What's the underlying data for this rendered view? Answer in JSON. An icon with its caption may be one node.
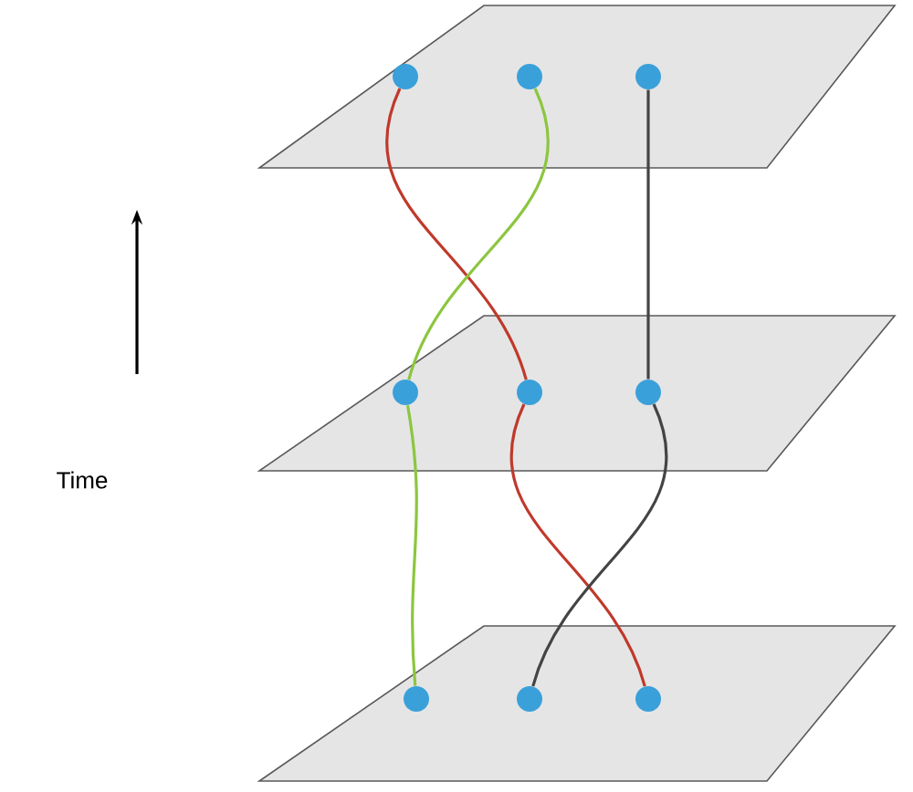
{
  "diagram": {
    "nodes": [
      {
        "text": [],
        "shape": "box"
      },
      {
        "text": [],
        "shape": "circle",
        "in": 0
      },
      {
        "text": [],
        "shape": "circle",
        "in": 0
      },
      {
        "text": [],
        "shape": "circle",
        "in": 0
      },
      {
        "text": [],
        "shape": "box"
      },
      {
        "text": [],
        "shape": "circle",
        "in": 4
      },
      {
        "text": [],
        "shape": "circle",
        "in": 4
      },
      {
        "text": [],
        "shape": "circle",
        "in": 4
      },
      {
        "text": [],
        "shape": "box"
      },
      {
        "text": [],
        "shape": "circle",
        "in": 8
      },
      {
        "text": [],
        "shape": "circle",
        "in": 8
      },
      {
        "text": [],
        "shape": "circle",
        "in": 8
      }
    ],
    "edges": [
      {
        "from": 1,
        "to": 6,
        "arrow": "none",
        "color": "#c0392b"
      },
      {
        "from": 2,
        "to": 5,
        "arrow": "none",
        "color": "#8cc63f"
      },
      {
        "from": 3,
        "to": 7,
        "arrow": "none",
        "color": "#444444"
      },
      {
        "from": 5,
        "to": 9,
        "arrow": "none",
        "color": "#8cc63f"
      },
      {
        "from": 6,
        "to": 11,
        "arrow": "none",
        "color": "#c0392b"
      },
      {
        "from": 7,
        "to": 10,
        "arrow": "none",
        "color": "#444444"
      }
    ],
    "labels": [
      "Time"
    ]
  }
}
